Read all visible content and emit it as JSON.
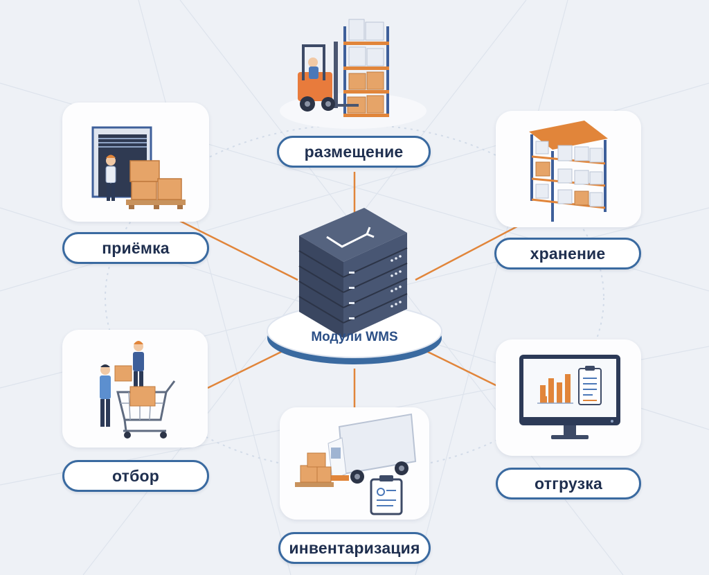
{
  "center": {
    "label": "Модули WMS"
  },
  "modules": [
    {
      "key": "placement",
      "label": "размещение",
      "icon": "forklift-shelving-icon"
    },
    {
      "key": "receiving",
      "label": "приёмка",
      "icon": "loading-dock-icon"
    },
    {
      "key": "storage",
      "label": "хранение",
      "icon": "storage-rack-icon"
    },
    {
      "key": "picking",
      "label": "отбор",
      "icon": "shopping-cart-picking-icon"
    },
    {
      "key": "inventory",
      "label": "инвентаризация",
      "icon": "truck-clipboard-icon"
    },
    {
      "key": "shipping",
      "label": "отгрузка",
      "icon": "monitor-report-icon"
    }
  ],
  "colors": {
    "accent_orange": "#e1853a",
    "label_border": "#3a6aa0",
    "server_dark": "#3d4a66",
    "text_dark": "#1f2f4f"
  }
}
